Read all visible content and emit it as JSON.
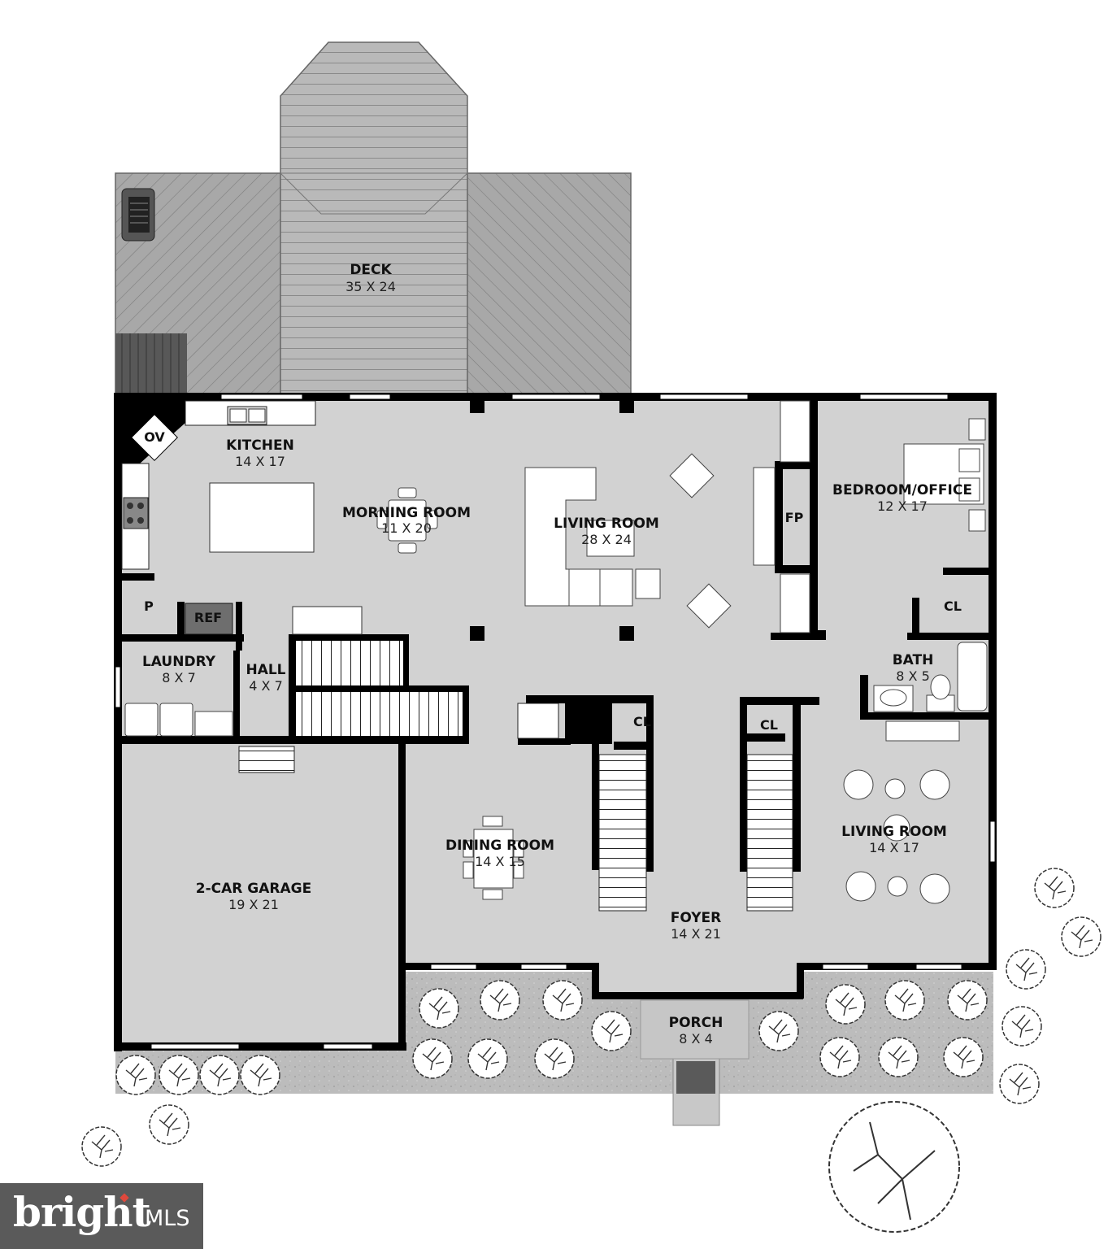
{
  "rooms": {
    "deck": {
      "name": "DECK",
      "dim": "35 X 24"
    },
    "kitchen": {
      "name": "KITCHEN",
      "dim": "14 X 17"
    },
    "morning": {
      "name": "MORNING ROOM",
      "dim": "11 X 20"
    },
    "living_main": {
      "name": "LIVING ROOM",
      "dim": "28 X 24"
    },
    "bedroom": {
      "name": "BEDROOM/OFFICE",
      "dim": "12 X 17"
    },
    "laundry": {
      "name": "LAUNDRY",
      "dim": "8 X 7"
    },
    "hall": {
      "name": "HALL",
      "dim": "4 X 7"
    },
    "bath": {
      "name": "BATH",
      "dim": "8 X 5"
    },
    "dining": {
      "name": "DINING ROOM",
      "dim": "14 X 15"
    },
    "living_second": {
      "name": "LIVING ROOM",
      "dim": "14 X 17"
    },
    "garage": {
      "name": "2-CAR GARAGE",
      "dim": "19 X 21"
    },
    "foyer": {
      "name": "FOYER",
      "dim": "14 X 21"
    },
    "porch": {
      "name": "PORCH",
      "dim": "8 X 4"
    }
  },
  "tags": {
    "oven": "OV",
    "pantry": "P",
    "fridge": "REF",
    "fireplace": "FP",
    "closet_bedroom": "CL",
    "closet_foyer_left": "CL",
    "closet_foyer_right": "CL"
  },
  "watermark": {
    "word": "bright",
    "suffix": "MLS"
  },
  "colors": {
    "floor": "#d2d2d2",
    "wall": "#000000",
    "deck": "#a9a9a9",
    "landscape": "#bdbdbd",
    "brand_bg": "#5a5a5a",
    "brand_dot": "#e0483c"
  }
}
